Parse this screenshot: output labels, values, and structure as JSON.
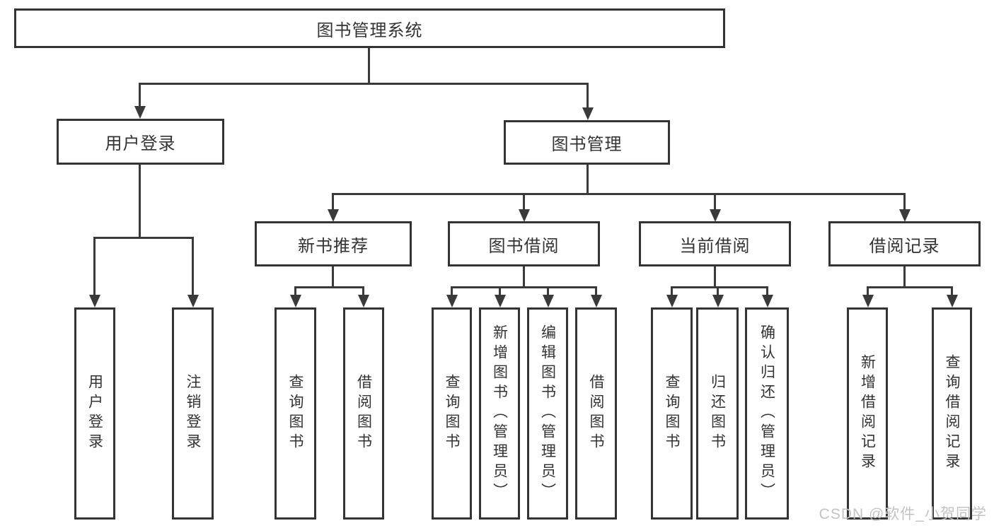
{
  "tree": {
    "label": "图书管理系统",
    "children": [
      {
        "label": "用户登录",
        "children": [
          {
            "label": "用户登录"
          },
          {
            "label": "注销登录"
          }
        ]
      },
      {
        "label": "图书管理",
        "children": [
          {
            "label": "新书推荐",
            "children": [
              {
                "label": "查询图书"
              },
              {
                "label": "借阅图书"
              }
            ]
          },
          {
            "label": "图书借阅",
            "children": [
              {
                "label": "查询图书"
              },
              {
                "label": "新增图书（管理员）"
              },
              {
                "label": "编辑图书（管理员）"
              },
              {
                "label": "借阅图书"
              }
            ]
          },
          {
            "label": "当前借阅",
            "children": [
              {
                "label": "查询图书"
              },
              {
                "label": "归还图书"
              },
              {
                "label": "确认归还（管理员）"
              }
            ]
          },
          {
            "label": "借阅记录",
            "children": [
              {
                "label": "新增借阅记录"
              },
              {
                "label": "查询借阅记录"
              }
            ]
          }
        ]
      }
    ]
  },
  "watermark": "CSDN @软件_小贺同学",
  "colors": {
    "line": "#3a3a3a",
    "border": "#333333",
    "text": "#333333",
    "watermark": "#c3c3c3",
    "background": "#ffffff"
  }
}
